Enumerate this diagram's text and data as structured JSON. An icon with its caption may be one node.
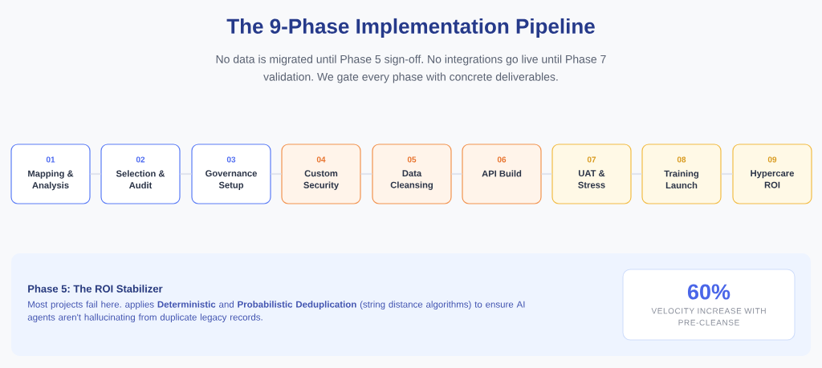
{
  "diagram": {
    "title": "The 9-Phase Implementation Pipeline",
    "nodes": [
      {
        "text": [
          "01",
          "Mapping & Analysis"
        ]
      },
      {
        "text": [
          "02",
          "Selection & Audit"
        ]
      },
      {
        "text": [
          "03",
          "Governance Setup"
        ]
      },
      {
        "text": [
          "04",
          "Custom Security"
        ]
      },
      {
        "text": [
          "05",
          "Data Cleansing"
        ]
      },
      {
        "text": [
          "06",
          "API Build"
        ]
      },
      {
        "text": [
          "07",
          "UAT & Stress"
        ]
      },
      {
        "text": [
          "08",
          "Training Launch"
        ]
      },
      {
        "text": [
          "09",
          "Hypercare ROI"
        ]
      },
      {
        "text": [
          "Phase 5: The ROI Stabilizer",
          "Most projects fail here. applies **Deterministic** and **Probabilistic Deduplication** (string distance algorithms) to ensure AI agents aren't hallucinating from duplicate legacy records."
        ]
      },
      {
        "text": [
          "60%",
          "VELOCITY INCREASE WITH PRE-CLEANSE"
        ],
        "in": 9
      }
    ],
    "edges": [
      {
        "from": 0,
        "to": 1,
        "arrow": "none"
      },
      {
        "from": 1,
        "to": 2,
        "arrow": "none"
      },
      {
        "from": 2,
        "to": 3,
        "arrow": "none"
      },
      {
        "from": 3,
        "to": 4,
        "arrow": "none"
      },
      {
        "from": 4,
        "to": 5,
        "arrow": "none"
      },
      {
        "from": 5,
        "to": 6,
        "arrow": "none"
      },
      {
        "from": 6,
        "to": 7,
        "arrow": "none"
      },
      {
        "from": 7,
        "to": 8,
        "arrow": "none"
      }
    ],
    "labels": [
      "No data is migrated until Phase 5 sign-off. No integrations go live until Phase 7 validation. We gate every phase with concrete deliverables."
    ]
  }
}
